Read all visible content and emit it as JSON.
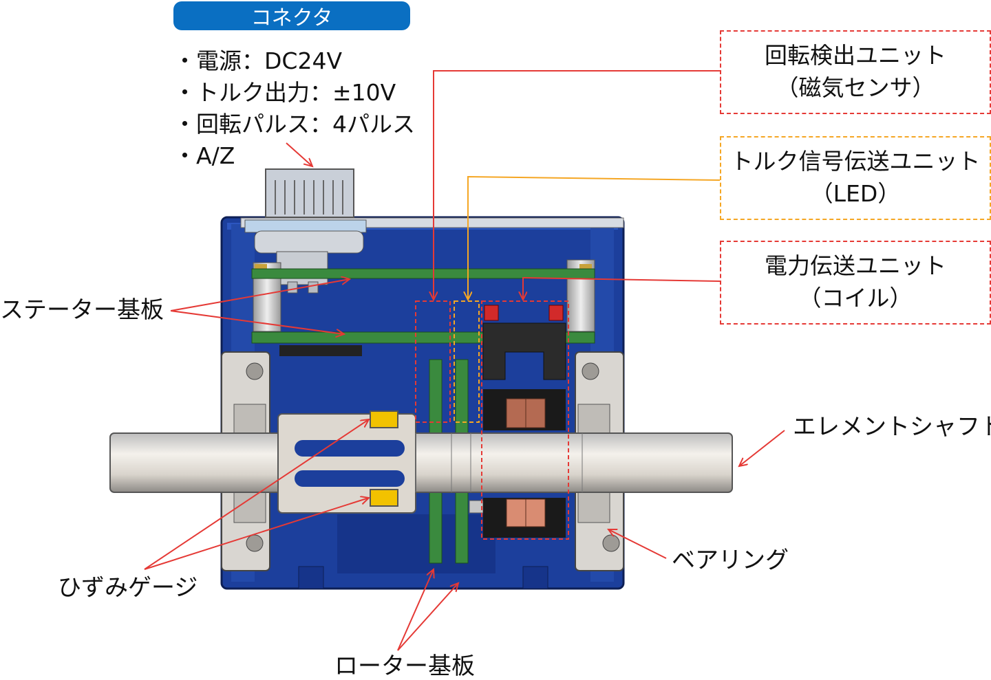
{
  "connector": {
    "title": "コネクタ",
    "specs": [
      "・電源：DC24V",
      "・トルク出力：±10V",
      "・回転パルス：4パルス",
      "・A/Z"
    ]
  },
  "callouts": {
    "rotation_unit": {
      "line1": "回転検出ユニット",
      "line2": "（磁気センサ）"
    },
    "torque_unit": {
      "line1": "トルク信号伝送ユニット",
      "line2": "（LED）"
    },
    "power_unit": {
      "line1": "電力伝送ユニット",
      "line2": "（コイル）"
    }
  },
  "labels": {
    "stator_board": "ステーター基板",
    "strain_gauge": "ひずみゲージ",
    "rotor_board": "ローター基板",
    "element_shaft": "エレメントシャフト",
    "bearing": "ベアリング"
  },
  "colors": {
    "housing_blue": "#1c3f9c",
    "pcb_green": "#3a8a3e",
    "callout_red": "#e53935",
    "callout_orange": "#f5a623",
    "pill_blue": "#0a6fc2",
    "gauge_yellow": "#f2c200",
    "coil_copper": "#b46a52"
  }
}
